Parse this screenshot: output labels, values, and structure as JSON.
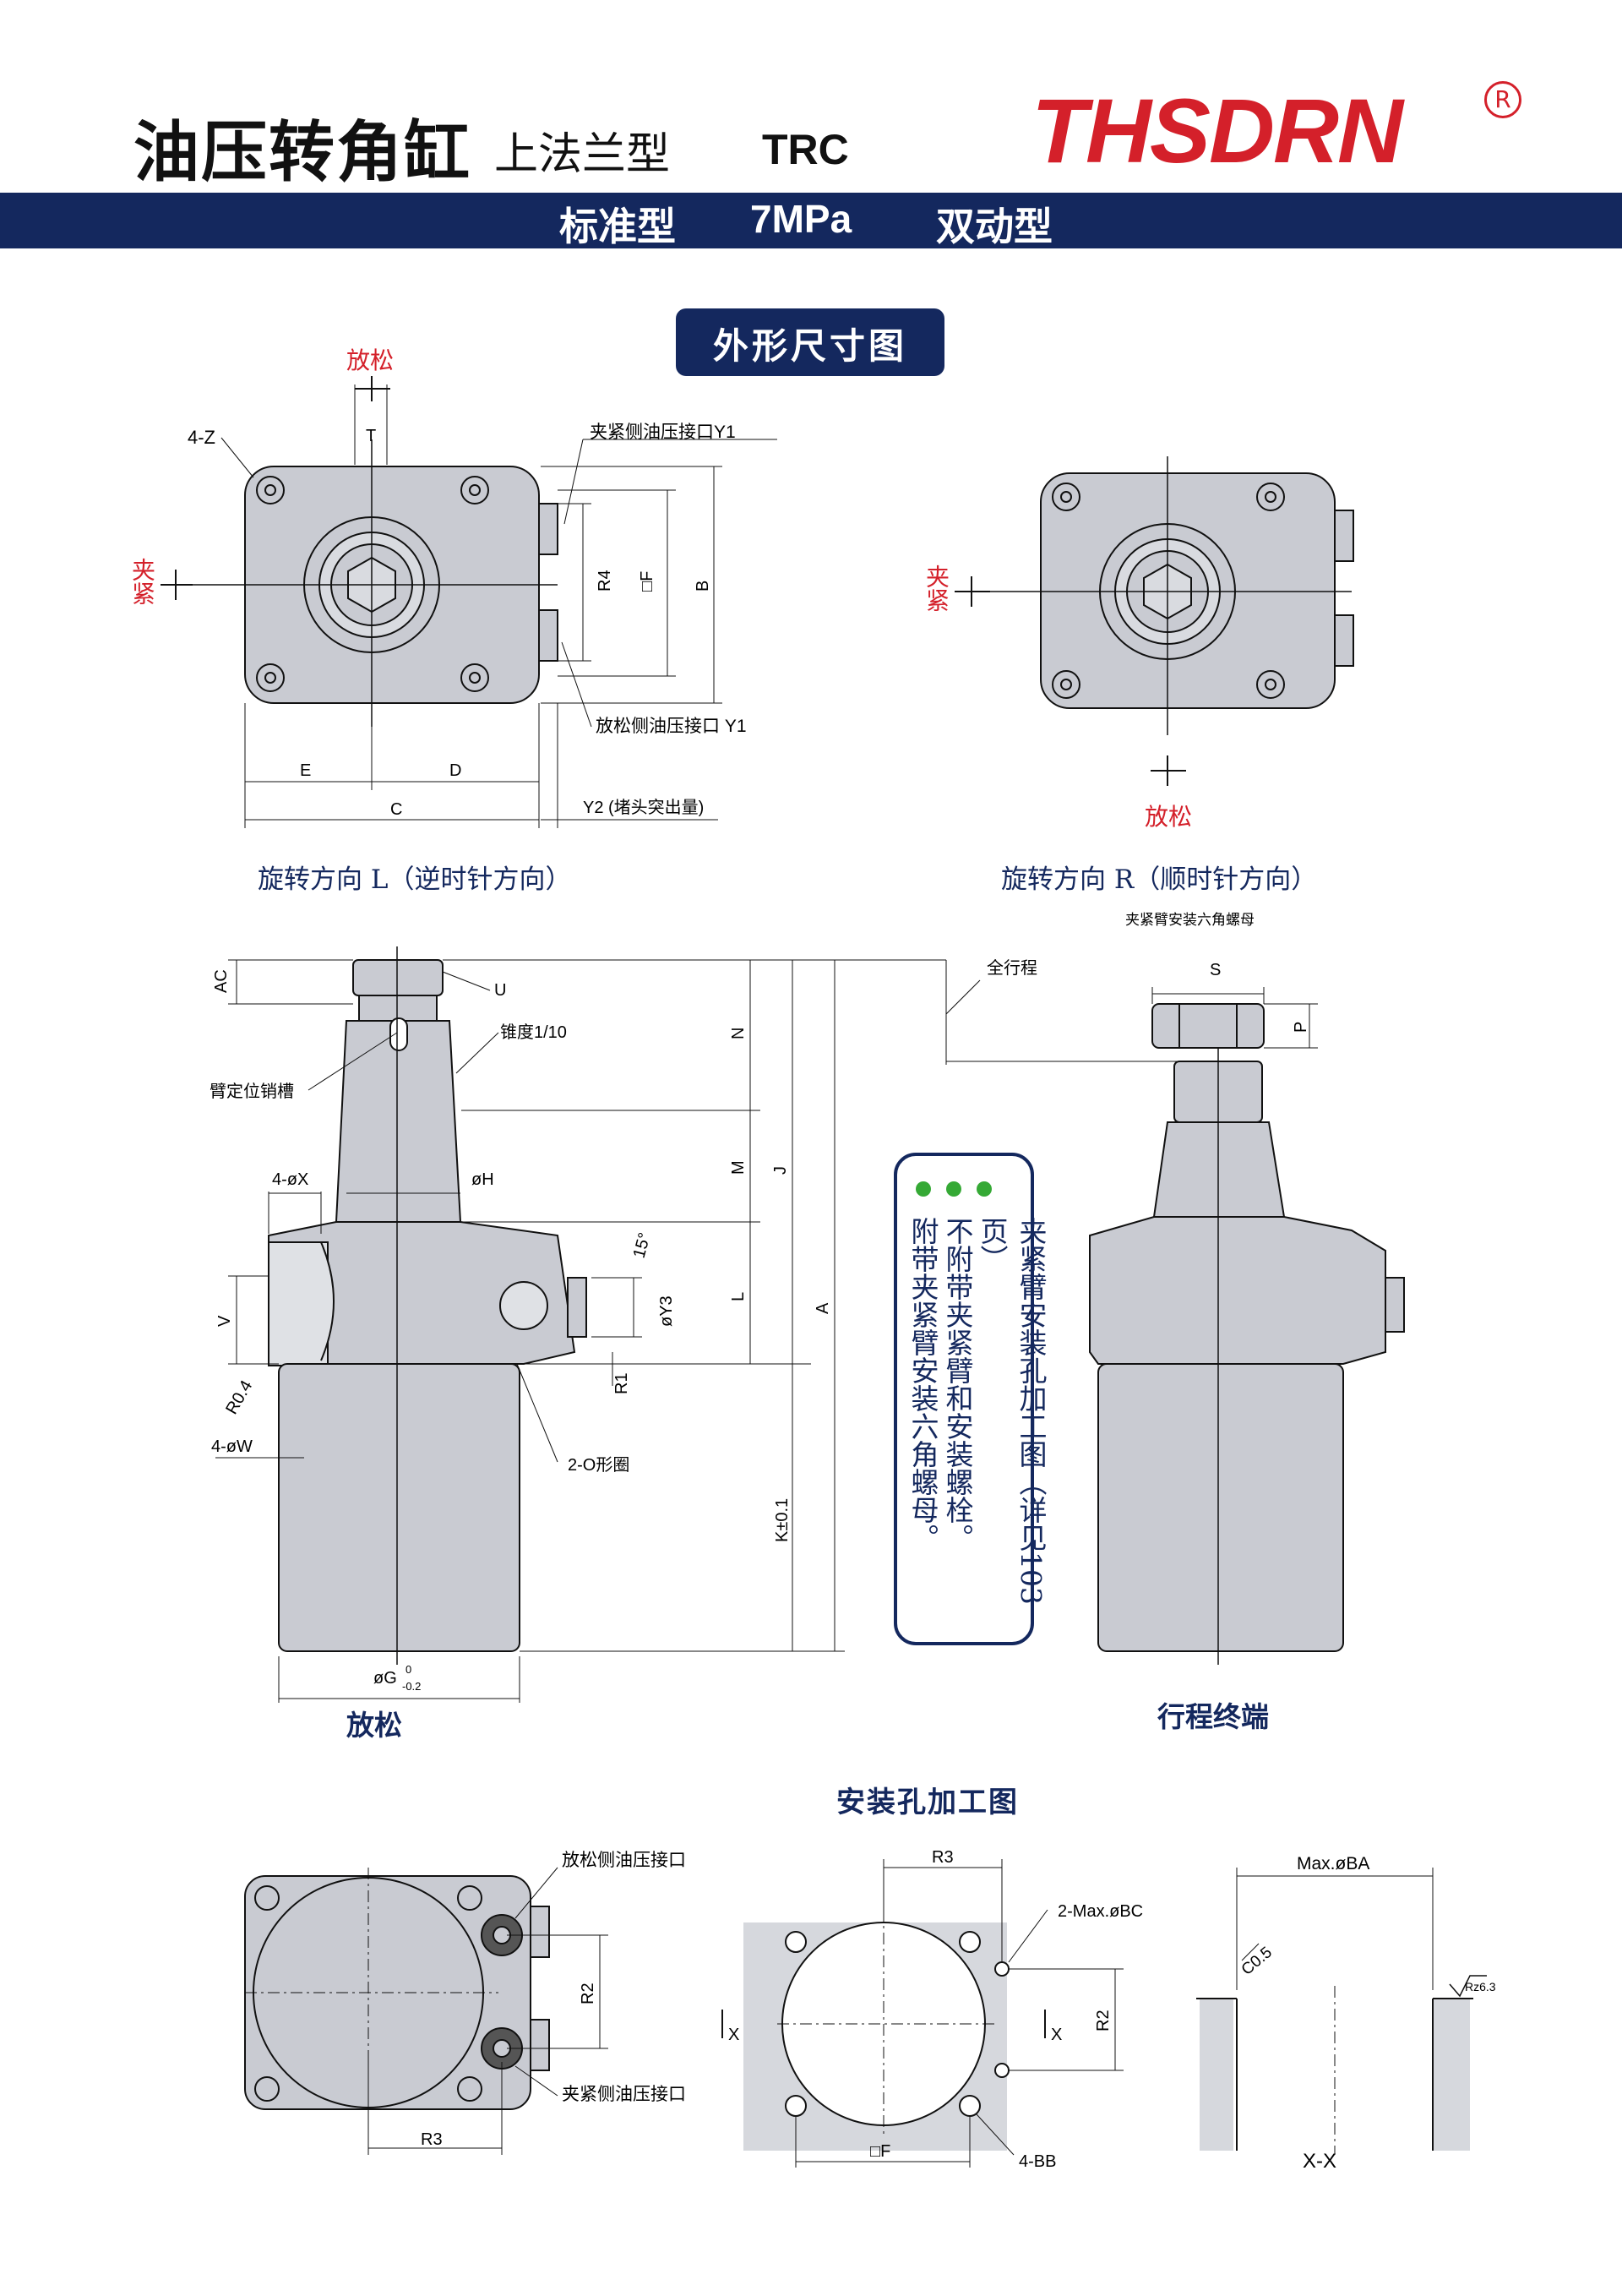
{
  "header": {
    "title": "油压转角缸",
    "subtitle": "上法兰型",
    "model_code": "TRC",
    "logo_text": "THSDRN",
    "logo_registered": "R",
    "band_items": [
      "标准型",
      "7MPa",
      "双动型"
    ]
  },
  "section_title": "外形尺寸图",
  "top_views": {
    "release_label": "放松",
    "clamp_label": "夹紧",
    "labels": {
      "z": "4-Z",
      "t": "T",
      "clamp_port": "夹紧侧油压接口Y1",
      "release_port": "放松侧油压接口 Y1",
      "r4": "R4",
      "f": "□F",
      "b": "B",
      "e": "E",
      "d": "D",
      "c": "C",
      "y2": "Y2 (堵头突出量)"
    },
    "left_caption": "旋转方向 L（逆时针方向）",
    "right_caption": "旋转方向 R（顺时针方向）"
  },
  "side_views": {
    "labels": {
      "ac": "AC",
      "u": "U",
      "taper": "锥度1/10",
      "pin_slot": "臂定位销槽",
      "x4": "4-øX",
      "h": "øH",
      "n": "N",
      "m": "M",
      "j": "J",
      "l": "L",
      "a": "A",
      "angle": "15°",
      "y3": "øY3",
      "v": "V",
      "r04": "R0.4",
      "r1": "R1",
      "w4": "4-øW",
      "oring": "2-O形圈",
      "k": "K±0.1",
      "g": "øG",
      "g_tol_upper": "0",
      "g_tol_lower": "-0.2",
      "full_stroke": "全行程",
      "nut_label": "夹紧臂安装六角螺母",
      "s": "S",
      "p": "P"
    },
    "left_caption": "放松",
    "right_caption": "行程终端",
    "note_lines": [
      "夹紧臂安装孔加工图（详见103页）",
      "不附带夹紧臂和安装螺栓。",
      "附带夹紧臂安装六角螺母。"
    ]
  },
  "mounting": {
    "title": "安装孔加工图",
    "labels": {
      "release_port": "放松侧油压接口",
      "clamp_port": "夹紧侧油压接口",
      "r2": "R2",
      "r3": "R3",
      "bc": "2-Max.øBC",
      "x": "X",
      "f": "□F",
      "bb": "4-BB",
      "ba": "Max.øBA",
      "c05": "C0.5",
      "rz": "Rz6.3",
      "section": "X-X"
    }
  },
  "colors": {
    "navy": "#14285e",
    "logo_red": "#d4202a",
    "body_gray": "#c9cbd2",
    "dot_green": "#35a935"
  }
}
